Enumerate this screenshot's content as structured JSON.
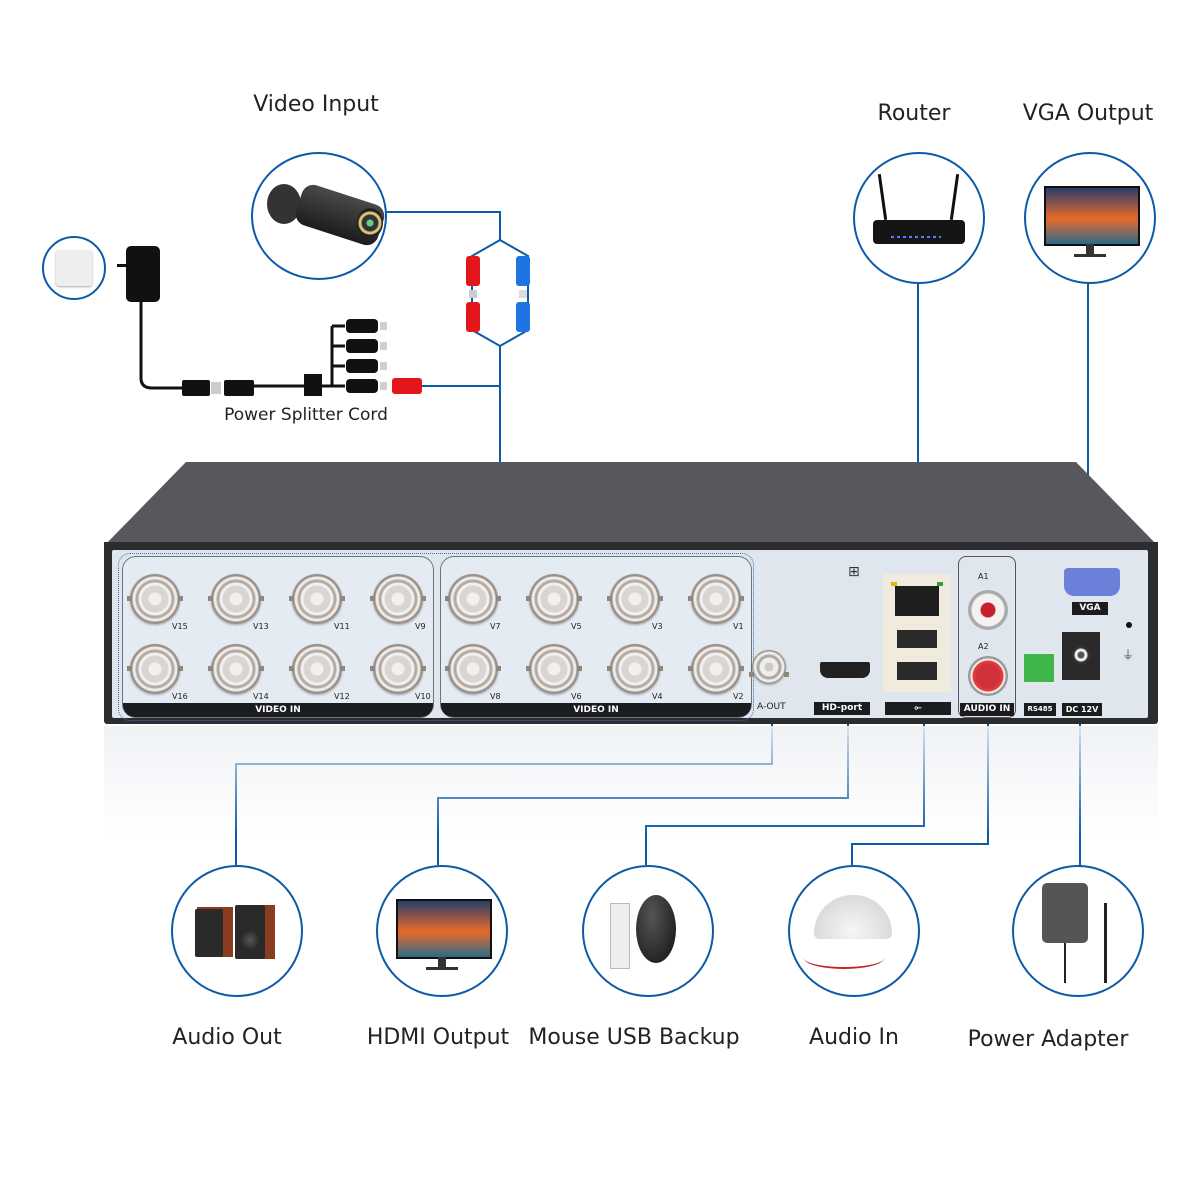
{
  "title": "DVR Connection Diagram",
  "top_devices": {
    "video_input": {
      "label": "Video Input",
      "icon": "bullet-camera-icon"
    },
    "power_outlet": {
      "icon": "wall-outlet-icon"
    },
    "power_splitter": {
      "label": "Power Splitter Cord",
      "icon": "power-splitter-icon",
      "branches": 4
    },
    "router": {
      "label": "Router",
      "icon": "router-icon"
    },
    "vga_output": {
      "label": "VGA Output",
      "icon": "monitor-icon"
    }
  },
  "dvr": {
    "video_groups": [
      {
        "label": "VIDEO IN",
        "top_row": [
          "V15",
          "V13",
          "V11",
          "V9"
        ],
        "bottom_row": [
          "V16",
          "V14",
          "V12",
          "V10"
        ]
      },
      {
        "label": "VIDEO IN",
        "top_row": [
          "V7",
          "V5",
          "V3",
          "V1"
        ],
        "bottom_row": [
          "V8",
          "V6",
          "V4",
          "V2"
        ]
      }
    ],
    "ports": {
      "audio_out": "A-OUT",
      "hdmi": "HD-port",
      "usb_icon": "usb-icon",
      "audio_in": "AUDIO IN",
      "audio_in_channels": [
        "A1",
        "A2"
      ],
      "rs485": "RS485",
      "dc": "DC 12V",
      "vga": "VGA"
    },
    "colors": {
      "panel": "#dfe6ee",
      "chassis": "#2b2d31",
      "line": "#0d5aa7"
    }
  },
  "bottom_devices": [
    {
      "label": "Audio Out",
      "icon": "speakers-icon"
    },
    {
      "label": "HDMI Output",
      "icon": "monitor-icon"
    },
    {
      "label": "Mouse USB Backup",
      "icon": "mouse-usb-icon"
    },
    {
      "label": "Audio In",
      "icon": "microphone-icon"
    },
    {
      "label": "Power Adapter",
      "icon": "power-adapter-icon"
    }
  ]
}
